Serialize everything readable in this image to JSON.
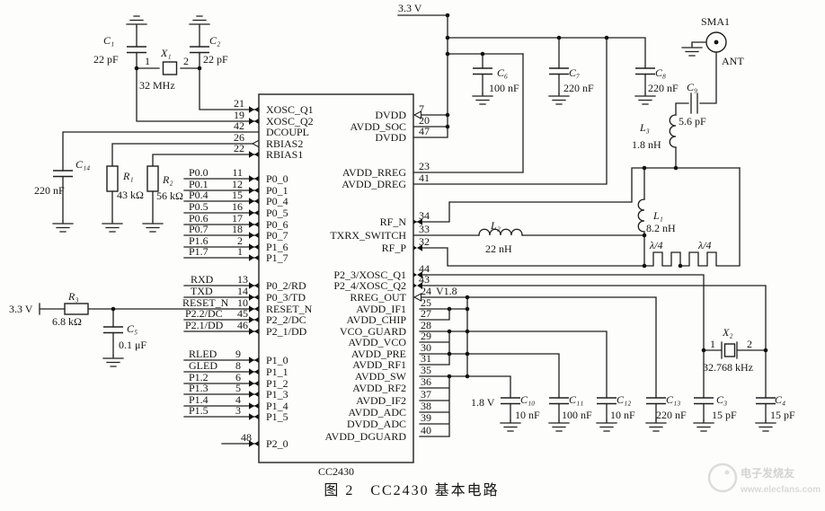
{
  "caption": "图 2　CC2430 基本电路",
  "watermark": {
    "brand": "电子发烧友",
    "site": "www.elecfans.com"
  },
  "power": {
    "vcc_left": "3.3 V",
    "vcc_top": "3.3 V",
    "rail18": "1.8 V"
  },
  "chip": {
    "name": "CC2430",
    "left_pins": [
      {
        "num": "21",
        "name": "XOSC_Q1"
      },
      {
        "num": "19",
        "name": "XOSC_Q2"
      },
      {
        "num": "42",
        "name": "DCOUPL"
      },
      {
        "num": "26",
        "name": "RBIAS2"
      },
      {
        "num": "22",
        "name": "RBIAS1"
      },
      {
        "ext": "P0.0",
        "num": "11",
        "name": "P0_0"
      },
      {
        "ext": "P0.1",
        "num": "12",
        "name": "P0_1"
      },
      {
        "ext": "P0.4",
        "num": "15",
        "name": "P0_4"
      },
      {
        "ext": "P0.5",
        "num": "16",
        "name": "P0_5"
      },
      {
        "ext": "P0.6",
        "num": "17",
        "name": "P0_6"
      },
      {
        "ext": "P0.7",
        "num": "18",
        "name": "P0_7"
      },
      {
        "ext": "P1.6",
        "num": "2",
        "name": "P1_6"
      },
      {
        "ext": "P1.7",
        "num": "1",
        "name": "P1_7"
      },
      {
        "ext": "RXD",
        "num": "13",
        "name": "P0_2/RD"
      },
      {
        "ext": "TXD",
        "num": "14",
        "name": "P0_3/TD"
      },
      {
        "ext": "RESET_N",
        "num": "10",
        "name": "RESET_N"
      },
      {
        "ext": "P2.2/DC",
        "num": "45",
        "name": "P2_2/DC"
      },
      {
        "ext": "P2.1/DD",
        "num": "46",
        "name": "P2_1/DD"
      },
      {
        "ext": "RLED",
        "num": "9",
        "name": "P1_0"
      },
      {
        "ext": "GLED",
        "num": "8",
        "name": "P1_1"
      },
      {
        "ext": "P1.2",
        "num": "6",
        "name": "P1_2"
      },
      {
        "ext": "P1.3",
        "num": "5",
        "name": "P1_3"
      },
      {
        "ext": "P1.4",
        "num": "4",
        "name": "P1_4"
      },
      {
        "ext": "P1.5",
        "num": "3",
        "name": "P1_5"
      },
      {
        "num": "48",
        "name": "P2_0"
      }
    ],
    "right_pins": [
      {
        "num": "7",
        "name": "DVDD"
      },
      {
        "num": "20",
        "name": "AVDD_SOC"
      },
      {
        "num": "47",
        "name": "DVDD"
      },
      {
        "num": "23",
        "name": "AVDD_RREG"
      },
      {
        "num": "41",
        "name": "AVDD_DREG"
      },
      {
        "num": "34",
        "name": "RF_N"
      },
      {
        "num": "33",
        "name": "TXRX_SWITCH"
      },
      {
        "num": "32",
        "name": "RF_P"
      },
      {
        "num": "44",
        "name": "P2_3/XOSC_Q1"
      },
      {
        "num": "43",
        "name": "P2_4/XOSC_Q2"
      },
      {
        "num": "24",
        "name": "RREG_OUT",
        "tag": "V1.8"
      },
      {
        "num": "25",
        "name": "AVDD_IF1"
      },
      {
        "num": "27",
        "name": "AVDD_CHIP"
      },
      {
        "num": "28",
        "name": "VCO_GUARD"
      },
      {
        "num": "29",
        "name": "AVDD_VCO"
      },
      {
        "num": "30",
        "name": "AVDD_PRE"
      },
      {
        "num": "31",
        "name": "AVDD_RF1"
      },
      {
        "num": "35",
        "name": "AVDD_SW"
      },
      {
        "num": "36",
        "name": "AVDD_RF2"
      },
      {
        "num": "37",
        "name": "AVDD_IF2"
      },
      {
        "num": "38",
        "name": "AVDD_ADC"
      },
      {
        "num": "39",
        "name": "DVDD_ADC"
      },
      {
        "num": "40",
        "name": "AVDD_DGUARD"
      }
    ]
  },
  "components": {
    "C1": {
      "ref": "C₁",
      "value": "22 pF"
    },
    "C2": {
      "ref": "C₂",
      "value": "22 pF"
    },
    "X1": {
      "ref": "X₁",
      "value": "32 MHz",
      "pin1": "1",
      "pin2": "2"
    },
    "C14": {
      "ref": "C₁₄",
      "value": "220 nF"
    },
    "R1": {
      "ref": "R₁",
      "value": "43 kΩ"
    },
    "R2": {
      "ref": "R₂",
      "value": "56 kΩ"
    },
    "R3": {
      "ref": "R₃",
      "value": "6.8 kΩ"
    },
    "C5": {
      "ref": "C₅",
      "value": "0.1 μF"
    },
    "C6": {
      "ref": "C₆",
      "value": "100 nF"
    },
    "C7": {
      "ref": "C₇",
      "value": "220 nF"
    },
    "C8": {
      "ref": "C₈",
      "value": "220 nF"
    },
    "C9": {
      "ref": "C₉",
      "value": "5.6 pF"
    },
    "L3": {
      "ref": "L₃",
      "value": "1.8 nH"
    },
    "L1": {
      "ref": "L₁",
      "value": "8.2 nH"
    },
    "L2": {
      "ref": "L₂",
      "value": "22 nH"
    },
    "SMA": {
      "ref": "SMA1",
      "tag": "ANT"
    },
    "stub1": {
      "ref": "λ/4"
    },
    "stub2": {
      "ref": "λ/4"
    },
    "X2": {
      "ref": "X₂",
      "value": "32.768 kHz",
      "pin1": "1",
      "pin2": "2"
    },
    "C10": {
      "ref": "C₁₀",
      "value": "10 nF"
    },
    "C11": {
      "ref": "C₁₁",
      "value": "100 nF"
    },
    "C12": {
      "ref": "C₁₂",
      "value": "10 nF"
    },
    "C13": {
      "ref": "C₁₃",
      "value": "220 nF"
    },
    "C3": {
      "ref": "C₃",
      "value": "15 pF"
    },
    "C4": {
      "ref": "C₄",
      "value": "15 pF"
    }
  }
}
